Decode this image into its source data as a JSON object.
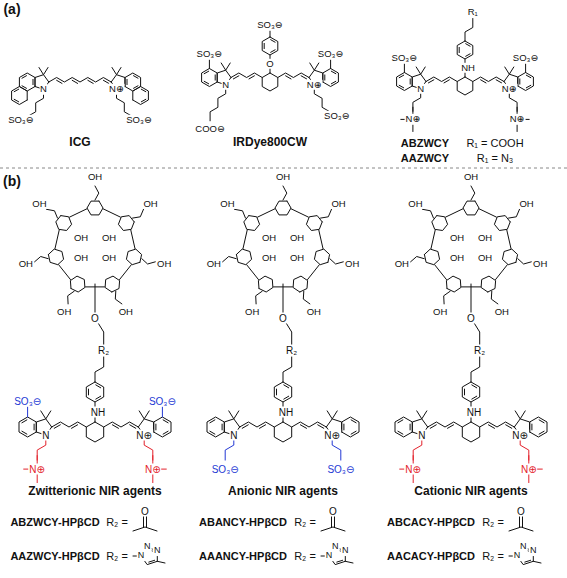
{
  "diagram": {
    "labels": [
      "(a)",
      "N",
      "N⊕",
      "SO₃⊖",
      "SO₃⊖",
      "ICG",
      "SO₃⊖",
      "O",
      "SO₃⊖",
      "SO₃⊖",
      "N",
      "N⊕",
      "COO⊖",
      "SO₃⊖",
      "IRDye800CW",
      "R₁",
      "NH",
      "SO₃⊖",
      "SO₃⊖",
      "N",
      "N⊕",
      "N⊕",
      "N⊕",
      "ABZWCY",
      "R₁ = COOH",
      "AAZWCY",
      "R₁ = N₃",
      "(b)",
      "OH",
      "OH",
      "OH",
      "OH",
      "OH",
      "OH",
      "OH",
      "OH",
      "OH",
      "OH",
      "OH",
      "O",
      "R₂",
      "NH",
      "SO₃⊖",
      "SO₃⊖",
      "N",
      "N⊕",
      "N⊕",
      "N⊕",
      "Zwitterionic NIR agents",
      "ABZWCY-HPβCD",
      "R₂ =",
      "O",
      "AAZWCY-HPβCD",
      "R₂ =",
      "N",
      "N",
      "N",
      "OH",
      "OH",
      "OH",
      "OH",
      "OH",
      "OH",
      "OH",
      "OH",
      "OH",
      "OH",
      "OH",
      "O",
      "R₂",
      "NH",
      "N",
      "N⊕",
      "SO₃⊖",
      "SO₃⊖",
      "Anionic NIR agents",
      "ABANCY-HPβCD",
      "R₂ =",
      "O",
      "AAANCY-HPβCD",
      "R₂ =",
      "N",
      "N",
      "N",
      "OH",
      "OH",
      "OH",
      "OH",
      "OH",
      "OH",
      "OH",
      "OH",
      "OH",
      "OH",
      "OH",
      "O",
      "R₂",
      "NH",
      "N",
      "N⊕",
      "N⊕",
      "N⊕",
      "Cationic NIR agents",
      "ABCACY-HPβCD",
      "R₂ =",
      "O",
      "AACACY-HPβCD",
      "R₂ =",
      "N",
      "N",
      "N"
    ]
  }
}
